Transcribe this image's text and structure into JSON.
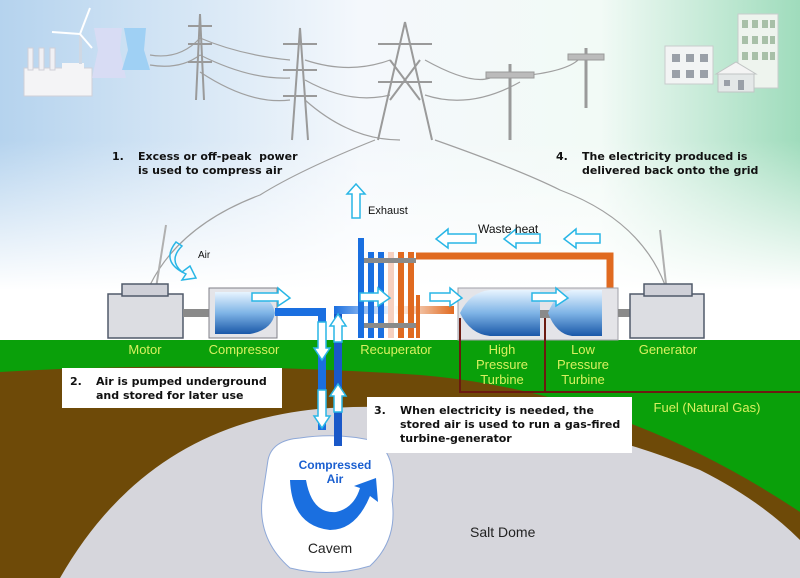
{
  "diagram": {
    "title": "Compressed Air Energy Storage",
    "steps": [
      {
        "num": "1.",
        "text": "Excess or off-peak  power\nis used to compress air"
      },
      {
        "num": "2.",
        "text": "Air is pumped underground\nand stored for later use"
      },
      {
        "num": "3.",
        "text": "When electricity is needed, the\nstored air is used to run a gas-fired\nturbine-generator"
      },
      {
        "num": "4.",
        "text": "The electricity produced is\ndelivered back onto the grid"
      }
    ],
    "components": {
      "motor": "Motor",
      "compressor": "Compressor",
      "recuperator": "Recuperator",
      "hp_turbine": "High\nPressure\nTurbine",
      "lp_turbine": "Low\nPressure\nTurbine",
      "generator": "Generator",
      "fuel": "Fuel (Natural Gas)"
    },
    "flow_labels": {
      "air": "Air",
      "exhaust": "Exhaust",
      "waste_heat": "Waste heat",
      "compressed_air": "Compressed\nAir"
    },
    "underground": {
      "cavern": "Cavem",
      "salt_dome": "Salt Dome"
    },
    "icons": [
      "power-plant-icon",
      "wind-turbine-icon",
      "cooling-tower-icon",
      "transmission-tower-icon",
      "utility-pole-icon",
      "buildings-icon"
    ],
    "colors": {
      "ground_green": "#0aa00a",
      "earth_brown": "#6e4a08",
      "salt_gray": "#d6d6dc",
      "pipe_blue": "#1a6fe0",
      "hot_orange": "#e06a20",
      "label_yellow": "#d8f060",
      "arrow_cyan": "#29b6e6"
    }
  }
}
